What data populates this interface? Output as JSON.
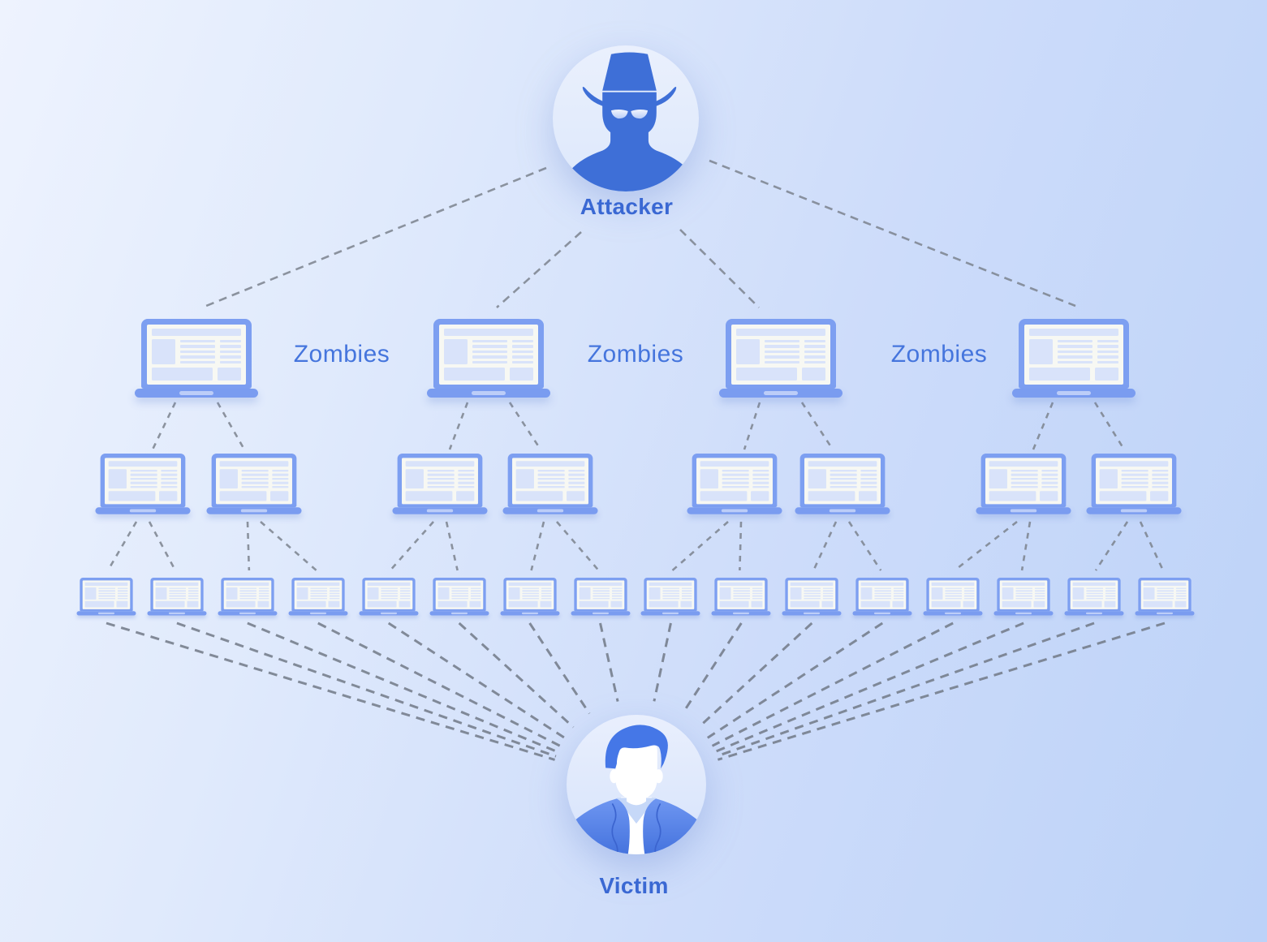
{
  "labels": {
    "attacker": "Attacker",
    "victim": "Victim",
    "zombies": [
      "Zombies",
      "Zombies",
      "Zombies"
    ]
  },
  "network": {
    "type": "ddos-botnet-hierarchy",
    "tiers": [
      {
        "name": "zombies-tier-1",
        "count": 4
      },
      {
        "name": "zombies-tier-2",
        "count": 8
      },
      {
        "name": "zombies-tier-3",
        "count": 16
      }
    ],
    "connections": {
      "attacker_to_tier1": 4,
      "tier1_to_tier2_per_node": 2,
      "tier2_to_tier3_per_node": 2,
      "tier3_to_victim": 16
    }
  },
  "colors": {
    "figure_blue": "#3e6fd7",
    "victim_hair": "#4577e7",
    "jacket_top": "#6e96f1",
    "jacket_bottom": "#3f6edb",
    "laptop_frame": "#7d9ff1",
    "laptop_block": "#d9e3fa",
    "screen_bg": "#f7f8f3",
    "dash_line": "#7b828d",
    "bold_label_text": "#3a68d3",
    "zombies_text": "#4575dd",
    "background_left": "#eef3fe",
    "background_right": "#bcd2f8"
  }
}
